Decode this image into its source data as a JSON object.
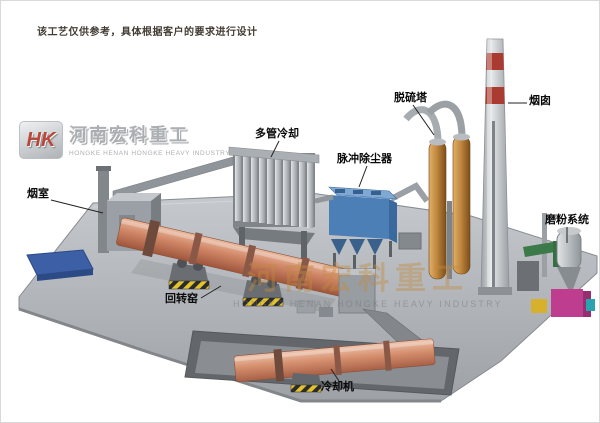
{
  "note": "该工艺仅供参考，具体根据客户的要求进行设计",
  "logo": {
    "monogram": "HK",
    "company_cn": "河南宏科重工",
    "company_en": "HONGKE HENAN HONGKE HEAVY INDUSTRY"
  },
  "watermark": {
    "company_cn": "河南宏科重工",
    "company_en": "HONGKE HENAN HONGKE HEAVY INDUSTRY"
  },
  "labels": {
    "smoke_chamber": "烟室",
    "multi_tube_cooler": "多管冷却",
    "pulse_dust_collector": "脉冲除尘器",
    "desulfurization_tower": "脱硫塔",
    "chimney": "烟囱",
    "grinding_system": "磨粉系统",
    "rotary_kiln": "回转窑",
    "cooling_machine": "冷却机"
  },
  "colors": {
    "kiln_shell": "#cf8465",
    "dust_collector_blue": "#4d7fb7",
    "tower_orange": "#c08840",
    "chimney_band_red": "#a93b30",
    "hazard_yellow": "#e3c22f",
    "platform_gray": "#b4b8bc",
    "pad_blue": "#3d5fa6"
  }
}
